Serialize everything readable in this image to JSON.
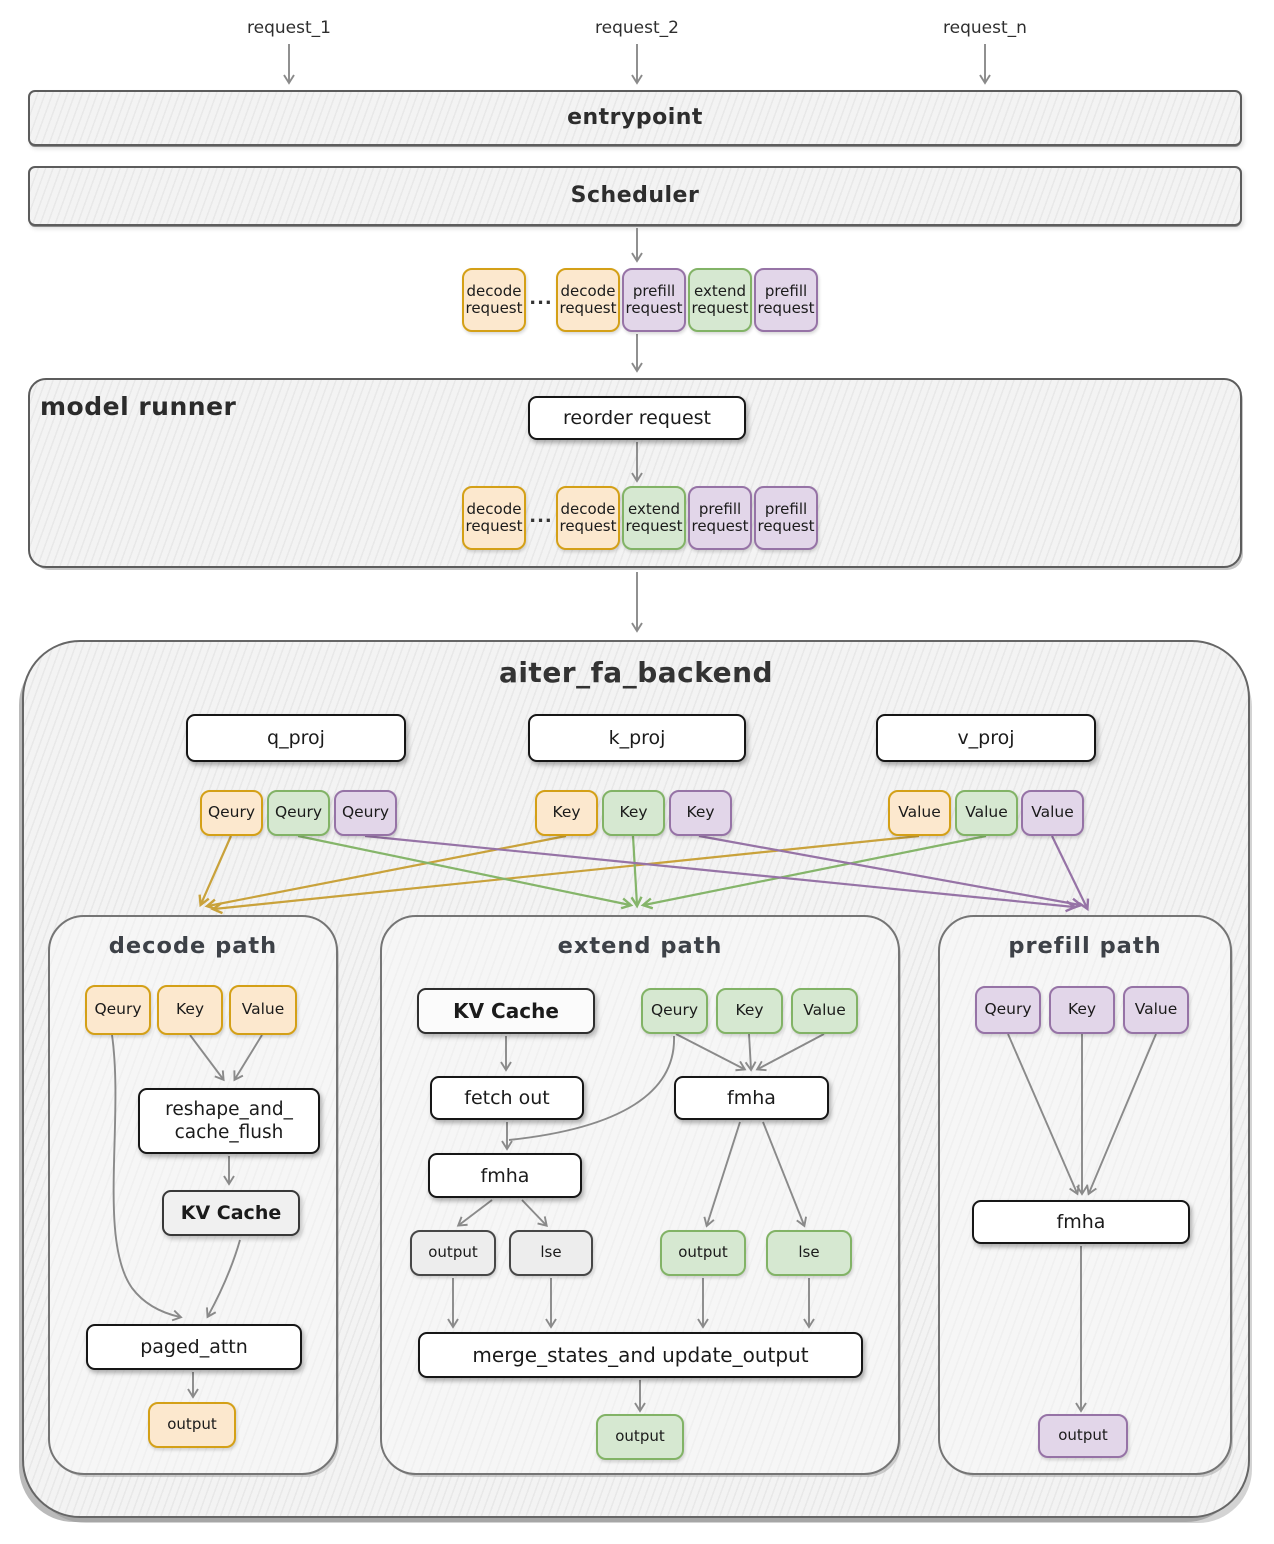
{
  "colors": {
    "decode_fill": "#FCE8CE",
    "decode_border": "#D4A017",
    "extend_fill": "#D6E8D1",
    "extend_border": "#82B366",
    "prefill_fill": "#E2D6E9",
    "prefill_border": "#9673A6",
    "neutral_fill": "#EDEDED",
    "neutral_border": "#474747",
    "arrow_gray": "#8A8A8A",
    "arrow_orange": "#C9A23B",
    "arrow_green": "#85B56A",
    "arrow_purple": "#9673A6"
  },
  "top": {
    "requests": [
      "request_1",
      "request_2",
      "request_n"
    ]
  },
  "bars": {
    "entrypoint": "entrypoint",
    "scheduler": "Scheduler"
  },
  "dots": "...",
  "queues": {
    "row1": [
      {
        "l1": "decode",
        "l2": "request"
      },
      {
        "l1": "decode",
        "l2": "request"
      },
      {
        "l1": "prefill",
        "l2": "request"
      },
      {
        "l1": "extend",
        "l2": "request"
      },
      {
        "l1": "prefill",
        "l2": "request"
      }
    ],
    "row2": [
      {
        "l1": "decode",
        "l2": "request"
      },
      {
        "l1": "decode",
        "l2": "request"
      },
      {
        "l1": "extend",
        "l2": "request"
      },
      {
        "l1": "prefill",
        "l2": "request"
      },
      {
        "l1": "prefill",
        "l2": "request"
      }
    ]
  },
  "model_runner": {
    "title": "model runner",
    "reorder_label": "reorder request"
  },
  "backend": {
    "title": "aiter_fa_backend",
    "proj": {
      "q": "q_proj",
      "k": "k_proj",
      "v": "v_proj"
    },
    "row": {
      "query": [
        "Qeury",
        "Qeury",
        "Qeury"
      ],
      "key": [
        "Key",
        "Key",
        "Key"
      ],
      "value": [
        "Value",
        "Value",
        "Value"
      ]
    },
    "decode": {
      "title": "decode path",
      "query": "Qeury",
      "key": "Key",
      "value": "Value",
      "reshape_l1": "reshape_and_",
      "reshape_l2": "cache_flush",
      "kv_cache": "KV Cache",
      "paged_attn": "paged_attn",
      "output": "output"
    },
    "extend": {
      "title": "extend path",
      "kv_cache": "KV Cache",
      "query": "Qeury",
      "key": "Key",
      "value": "Value",
      "fetch_out": "fetch out",
      "fmha_left": "fmha",
      "fmha_right": "fmha",
      "output_left": "output",
      "lse_left": "lse",
      "output_right": "output",
      "lse_right": "lse",
      "merge": "merge_states_and update_output",
      "final_output": "output"
    },
    "prefill": {
      "title": "prefill path",
      "query": "Qeury",
      "key": "Key",
      "value": "Value",
      "fmha": "fmha",
      "output": "output"
    }
  }
}
